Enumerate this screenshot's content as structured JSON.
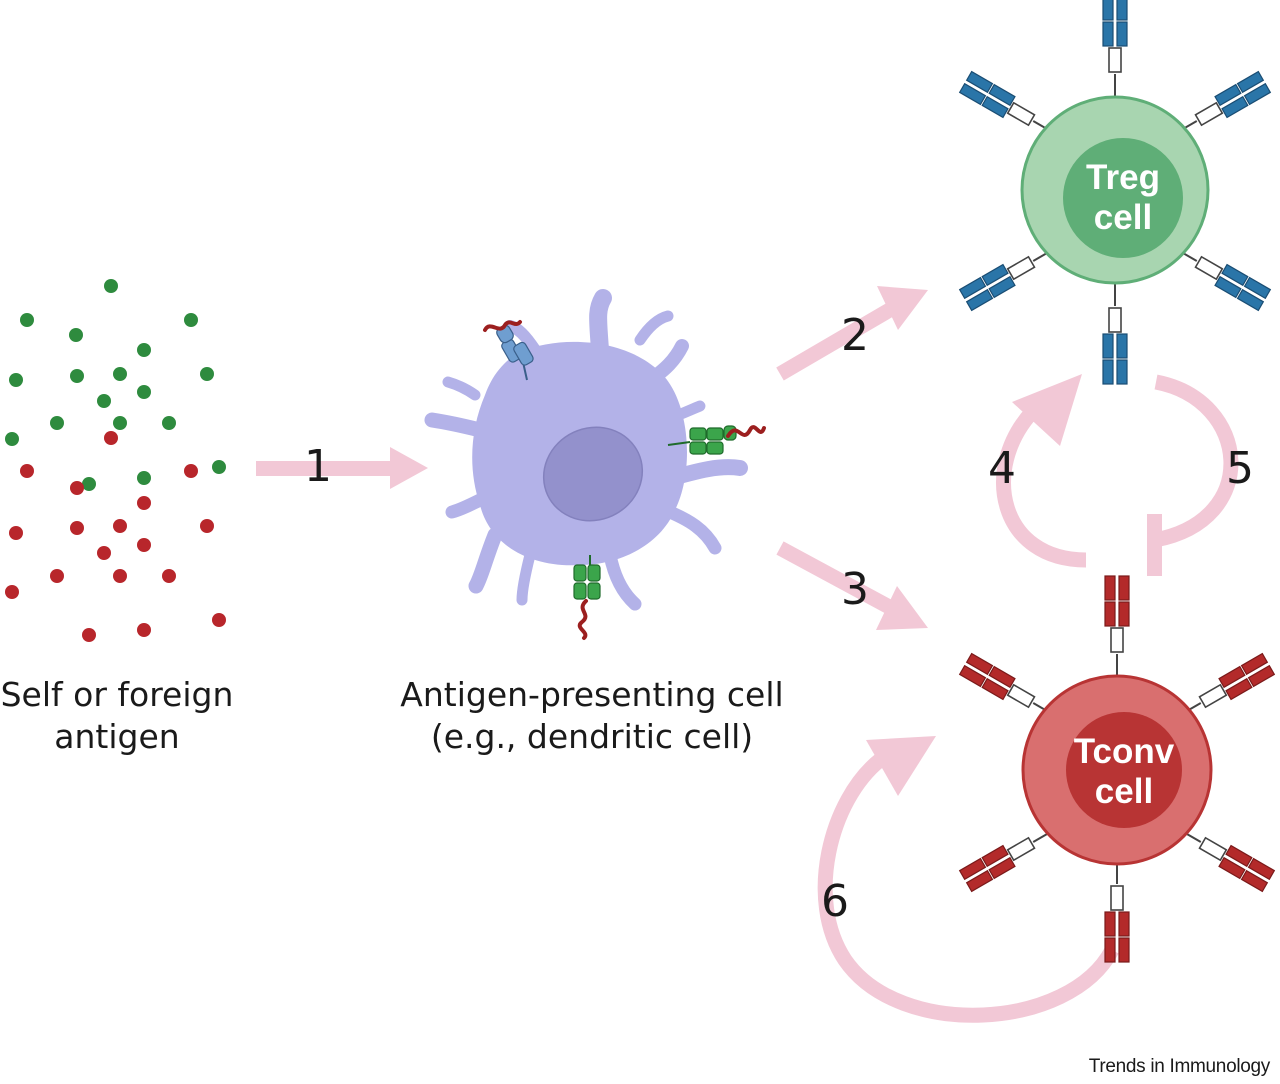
{
  "antigen_label": {
    "line1": "Self or foreign",
    "line2": "antigen"
  },
  "apc_label": {
    "line1": "Antigen-presenting cell",
    "line2": "(e.g., dendritic cell)"
  },
  "treg": {
    "line1": "Treg",
    "line2": "cell"
  },
  "tconv": {
    "line1": "Tconv",
    "line2": "cell"
  },
  "steps": [
    "1",
    "2",
    "3",
    "4",
    "5",
    "6"
  ],
  "journal": "Trends in Immunology",
  "colors": {
    "arrow": "#f2c8d6",
    "antigen_self_green": "#2e8b3e",
    "antigen_foreign_red": "#b8262b",
    "apc_body": "#b3b2e8",
    "apc_nucleus": "#9391cc",
    "treg_outer": "#a8d5b0",
    "treg_inner": "#5fae77",
    "treg_receptor": "#2a75a8",
    "tconv_outer": "#d96f6f",
    "tconv_inner": "#b83434",
    "tconv_receptor": "#b32a2a",
    "peptide": "#9c1f1f",
    "mhc_green": "#3ba54b",
    "mhc_blue": "#6f9ed0"
  }
}
